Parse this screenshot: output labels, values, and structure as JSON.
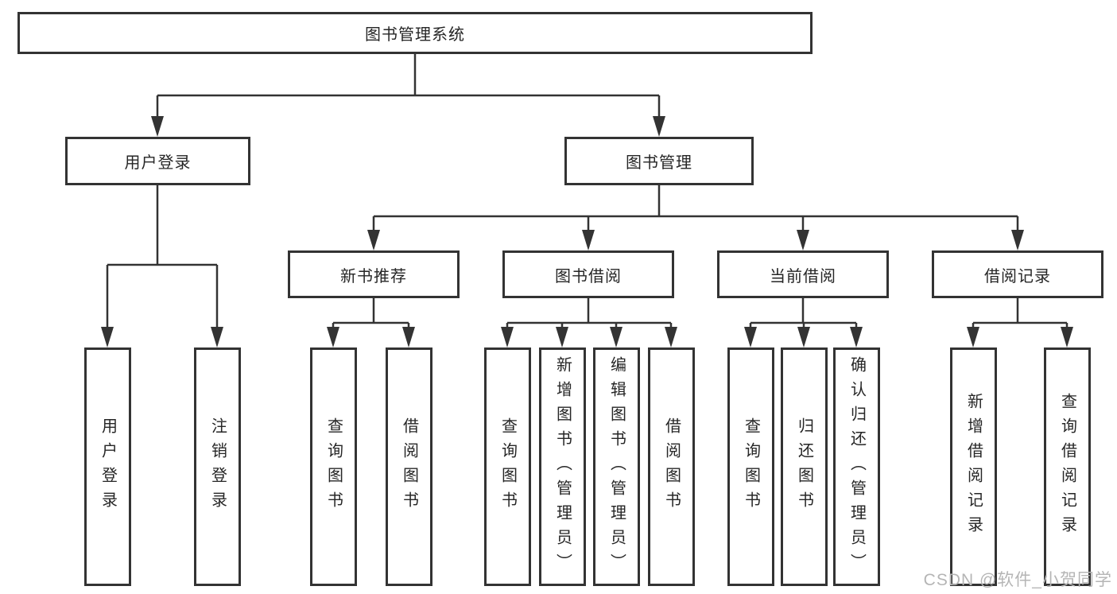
{
  "diagram": {
    "root": {
      "label": "图书管理系统"
    },
    "branches": [
      {
        "label": "用户登录",
        "children": [
          {
            "label": "用户登录"
          },
          {
            "label": "注销登录"
          }
        ]
      },
      {
        "label": "图书管理",
        "children": [
          {
            "label": "新书推荐",
            "children": [
              {
                "label": "查询图书"
              },
              {
                "label": "借阅图书"
              }
            ]
          },
          {
            "label": "图书借阅",
            "children": [
              {
                "label": "查询图书"
              },
              {
                "label": "新增图书（管理员）"
              },
              {
                "label": "编辑图书（管理员）"
              },
              {
                "label": "借阅图书"
              }
            ]
          },
          {
            "label": "当前借阅",
            "children": [
              {
                "label": "查询图书"
              },
              {
                "label": "归还图书"
              },
              {
                "label": "确认归还（管理员）"
              }
            ]
          },
          {
            "label": "借阅记录",
            "children": [
              {
                "label": "新增借阅记录"
              },
              {
                "label": "查询借阅记录"
              }
            ]
          }
        ]
      }
    ]
  },
  "watermark": {
    "text": "CSDN @软件_小贺同学"
  },
  "colors": {
    "line": "#333333",
    "text": "#262626",
    "background": "#ffffff",
    "watermark": "#b5b5b5"
  }
}
